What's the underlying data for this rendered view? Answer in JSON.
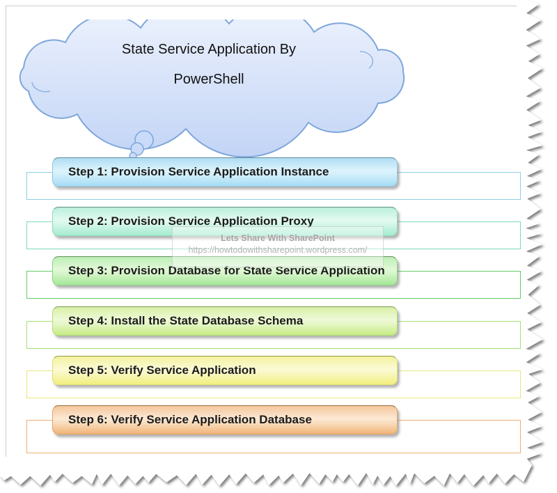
{
  "cloud": {
    "title_line1": "State Service Application By",
    "title_line2": "PowerShell",
    "fill_top": "#eef3fd",
    "fill_bottom": "#c2d4f6",
    "border_color": "#7ea6da"
  },
  "steps": [
    {
      "label": "Step 1: Provision Service Application Instance",
      "colors": {
        "c1": "#aeddf2",
        "c2": "#ddf3fc",
        "c3": "#cfeefa",
        "c4": "#a6dcf5",
        "bd": "#8ec6dd",
        "bdTop": "#64899a",
        "outline": "#8fcfe2"
      }
    },
    {
      "label": "Step 2: Provision Service Application Proxy",
      "colors": {
        "c1": "#b9efdc",
        "c2": "#e3faf0",
        "c3": "#d2f6e8",
        "c4": "#a5eccf",
        "bd": "#8ed9bf",
        "bdTop": "#5f9180",
        "outline": "#7cd9bd"
      }
    },
    {
      "label": "Step 3: Provision Database for State Service Application",
      "colors": {
        "c1": "#bdeeb5",
        "c2": "#e2f8d8",
        "c3": "#d3f4c7",
        "c4": "#a3e896",
        "bd": "#8cd483",
        "bdTop": "#5f8f58",
        "outline": "#63cc63"
      }
    },
    {
      "label": "Step 4: Install the State Database Schema",
      "colors": {
        "c1": "#d7f0a6",
        "c2": "#eef9d7",
        "c3": "#e4f6c4",
        "c4": "#c6ec83",
        "bd": "#b4dc72",
        "bdTop": "#7d9a4e",
        "outline": "#a4e272"
      }
    },
    {
      "label": "Step 5: Verify Service Application",
      "colors": {
        "c1": "#f2f29e",
        "c2": "#fbfad6",
        "c3": "#f8f7c0",
        "c4": "#f2ef7e",
        "bd": "#dede74",
        "bdTop": "#97953f",
        "outline": "#e8e87a"
      }
    },
    {
      "label": "Step 6: Verify Service Application Database",
      "colors": {
        "c1": "#f3c69b",
        "c2": "#fce9d4",
        "c3": "#f9dcbc",
        "c4": "#f0b478",
        "bd": "#e0a468",
        "bdTop": "#9a6a3c",
        "outline": "#f0ad72"
      }
    }
  ],
  "watermark": {
    "line1": "Lets Share With SharePoint",
    "line2": "https://howtodowithsharepoint.wordpress.com/"
  }
}
